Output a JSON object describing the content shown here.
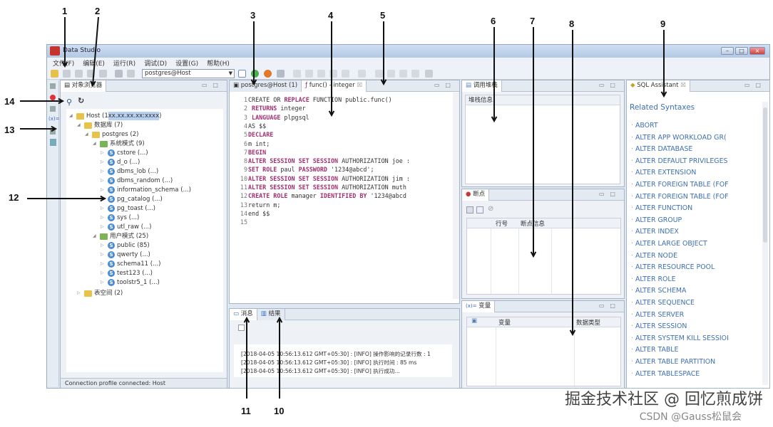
{
  "window": {
    "title": "Data Studio"
  },
  "menu": [
    "文件(F)",
    "编辑(E)",
    "运行(R)",
    "调试(D)",
    "设置(G)",
    "帮助(H)"
  ],
  "toolbar": {
    "connection": "postgres@Host"
  },
  "object_browser": {
    "tab": "对象浏览器",
    "tree": [
      {
        "label": "Host (1)",
        "masked": "xx.xx.xx.xx:xxxx",
        "depth": 0,
        "icon": "server-icon",
        "expanded": true
      },
      {
        "label": "数据库 (7)",
        "depth": 1,
        "icon": "database-folder-icon",
        "expanded": true
      },
      {
        "label": "postgres (2)",
        "depth": 2,
        "icon": "database-icon",
        "expanded": true
      },
      {
        "label": "系统模式 (9)",
        "depth": 3,
        "icon": "system-schema-icon",
        "expanded": true
      },
      {
        "label": "cstore (...)",
        "depth": 4,
        "icon": "schema-icon"
      },
      {
        "label": "d_o (...)",
        "depth": 4,
        "icon": "schema-icon"
      },
      {
        "label": "dbms_lob (...)",
        "depth": 4,
        "icon": "schema-icon"
      },
      {
        "label": "dbms_random (...)",
        "depth": 4,
        "icon": "schema-icon"
      },
      {
        "label": "information_schema (...)",
        "depth": 4,
        "icon": "schema-icon"
      },
      {
        "label": "pg_catalog (...)",
        "depth": 4,
        "icon": "schema-icon"
      },
      {
        "label": "pg_toast (...)",
        "depth": 4,
        "icon": "schema-icon"
      },
      {
        "label": "sys (...)",
        "depth": 4,
        "icon": "schema-icon"
      },
      {
        "label": "utl_raw (...)",
        "depth": 4,
        "icon": "schema-icon"
      },
      {
        "label": "用户模式 (25)",
        "depth": 3,
        "icon": "user-schema-icon",
        "expanded": true
      },
      {
        "label": "public (85)",
        "depth": 4,
        "icon": "schema-icon"
      },
      {
        "label": "qwerty (...)",
        "depth": 4,
        "icon": "schema-icon"
      },
      {
        "label": "schema11 (...)",
        "depth": 4,
        "icon": "schema-icon"
      },
      {
        "label": "test123 (...)",
        "depth": 4,
        "icon": "schema-icon"
      },
      {
        "label": "toolstr5_1 (...)",
        "depth": 4,
        "icon": "schema-icon"
      },
      {
        "label": "表空间 (2)",
        "depth": 1,
        "icon": "tablespace-icon"
      }
    ],
    "status": "Connection profile connected: Host"
  },
  "editor": {
    "tabs": [
      "postgres@Host (1)",
      "func() - integer"
    ],
    "lines": [
      [
        {
          "t": "CREATE",
          "k": 0
        },
        {
          "t": " OR ",
          "k": 0
        },
        {
          "t": "REPLACE",
          "k": 1
        },
        {
          "t": " FUNCTION public.func()",
          "k": 0
        }
      ],
      [
        {
          "t": " RETURNS",
          "k": 1
        },
        {
          "t": " integer",
          "k": 0
        }
      ],
      [
        {
          "t": " LANGUAGE",
          "k": 1
        },
        {
          "t": " plpgsql",
          "k": 0
        }
      ],
      [
        {
          "t": "AS $$",
          "k": 0
        }
      ],
      [
        {
          "t": "DECLARE",
          "k": 1
        }
      ],
      [
        {
          "t": "m int;",
          "k": 0
        }
      ],
      [
        {
          "t": "BEGIN",
          "k": 1
        }
      ],
      [
        {
          "t": "ALTER SESSION SET SESSION",
          "k": 1
        },
        {
          "t": " AUTHORIZATION joe :",
          "k": 0
        }
      ],
      [
        {
          "t": "SET ROLE",
          "k": 1
        },
        {
          "t": " paul ",
          "k": 0
        },
        {
          "t": "PASSWORD",
          "k": 1
        },
        {
          "t": " '1234@abcd';",
          "k": 0
        }
      ],
      [
        {
          "t": "ALTER SESSION SET SESSION",
          "k": 1
        },
        {
          "t": " AUTHORIZATION jim :",
          "k": 0
        }
      ],
      [
        {
          "t": "ALTER SESSION SET SESSION",
          "k": 1
        },
        {
          "t": " AUTHORIZATION muth",
          "k": 0
        }
      ],
      [
        {
          "t": "CREATE ROLE",
          "k": 1
        },
        {
          "t": " manager ",
          "k": 0
        },
        {
          "t": "IDENTIFIED BY",
          "k": 1
        },
        {
          "t": " '1234@abcd",
          "k": 0
        }
      ],
      [
        {
          "t": "return m;",
          "k": 0
        }
      ],
      [
        {
          "t": "end $$",
          "k": 0
        }
      ],
      []
    ]
  },
  "messages": {
    "tabs": [
      "消息",
      "结果"
    ],
    "lines": [
      "[2018-04-05 10:56:13.612 GMT+05:30] : [INFO] 操作影响的记录行数 : 1",
      "[2018-04-05 10:56:13.612 GMT+05:30] : [INFO] 执行时间 : 85 ms",
      "[2018-04-05 10:56:13.612 GMT+05:30] : [INFO] 执行成功..."
    ]
  },
  "call_stack": {
    "tab": "调用堆栈",
    "column": "堆栈信息"
  },
  "breakpoints": {
    "tab": "断点",
    "columns": [
      "行号",
      "断点信息"
    ]
  },
  "variables": {
    "tab": "变量",
    "columns": [
      "变量",
      "数据类型"
    ]
  },
  "sql_assistant": {
    "tab": "SQL Assistant",
    "heading": "Related Syntaxes",
    "items": [
      "ABORT",
      "ALTER APP WORKLOAD GR(",
      "ALTER DATABASE",
      "ALTER DEFAULT PRIVILEGES",
      "ALTER EXTENSION",
      "ALTER FOREIGN TABLE (FOF",
      "ALTER FOREIGN TABLE (FOF",
      "ALTER FUNCTION",
      "ALTER GROUP",
      "ALTER INDEX",
      "ALTER LARGE OBJECT",
      "ALTER NODE",
      "ALTER RESOURCE POOL",
      "ALTER ROLE",
      "ALTER SCHEMA",
      "ALTER SEQUENCE",
      "ALTER SERVER",
      "ALTER SESSION",
      "ALTER SYSTEM KILL SESSIOI",
      "ALTER TABLE",
      "ALTER TABLE PARTITION",
      "ALTER TABLESPACE"
    ]
  },
  "annotations": [
    "1",
    "2",
    "3",
    "4",
    "5",
    "6",
    "7",
    "8",
    "9",
    "10",
    "11",
    "12",
    "13",
    "14"
  ],
  "watermark": {
    "line1": "掘金技术社区 @ 回忆煎成饼",
    "line2": "CSDN @Gauss松鼠会"
  },
  "colors": {
    "keyword": "#a03070",
    "syntax_link": "#3e6fb0",
    "titlebar": "#b3c8e4"
  }
}
